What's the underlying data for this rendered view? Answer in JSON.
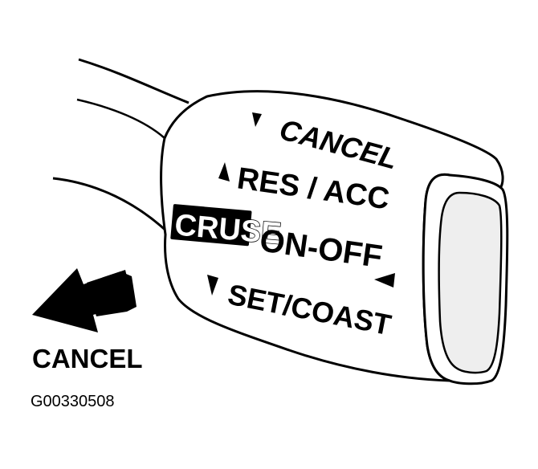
{
  "stalk_labels": {
    "cancel": "CANCEL",
    "res_acc": "RES / ACC",
    "cruise_badge": "CRUSE",
    "on_off": "ON-OFF",
    "set_coast": "SET/COAST"
  },
  "callout": {
    "cancel": "CANCEL"
  },
  "figure_id": "G00330508",
  "colors": {
    "ink": "#000000",
    "paper": "#ffffff",
    "knob_fill": "#eeeeee"
  }
}
